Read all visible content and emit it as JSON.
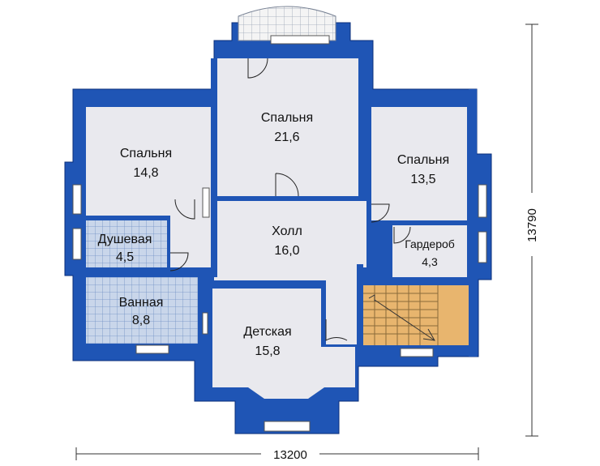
{
  "colors": {
    "wall": "#1f55b5",
    "wall_outline": "#0b2f7a",
    "floor": "#e9e9ee",
    "tile": "#c9d6ea",
    "tile_line": "#6f8fc4",
    "stair": "#e8b56e",
    "window": "#ffffff"
  },
  "rooms": [
    {
      "name": "Спальня",
      "area": "21,6"
    },
    {
      "name": "Спальня",
      "area": "14,8"
    },
    {
      "name": "Спальня",
      "area": "13,5"
    },
    {
      "name": "Холл",
      "area": "16,0"
    },
    {
      "name": "Душевая",
      "area": "4,5"
    },
    {
      "name": "Гардероб",
      "area": "4,3"
    },
    {
      "name": "Ванная",
      "area": "8,8"
    },
    {
      "name": "Детская",
      "area": "15,8"
    }
  ],
  "dimensions": {
    "width": "13200",
    "height": "13790"
  }
}
